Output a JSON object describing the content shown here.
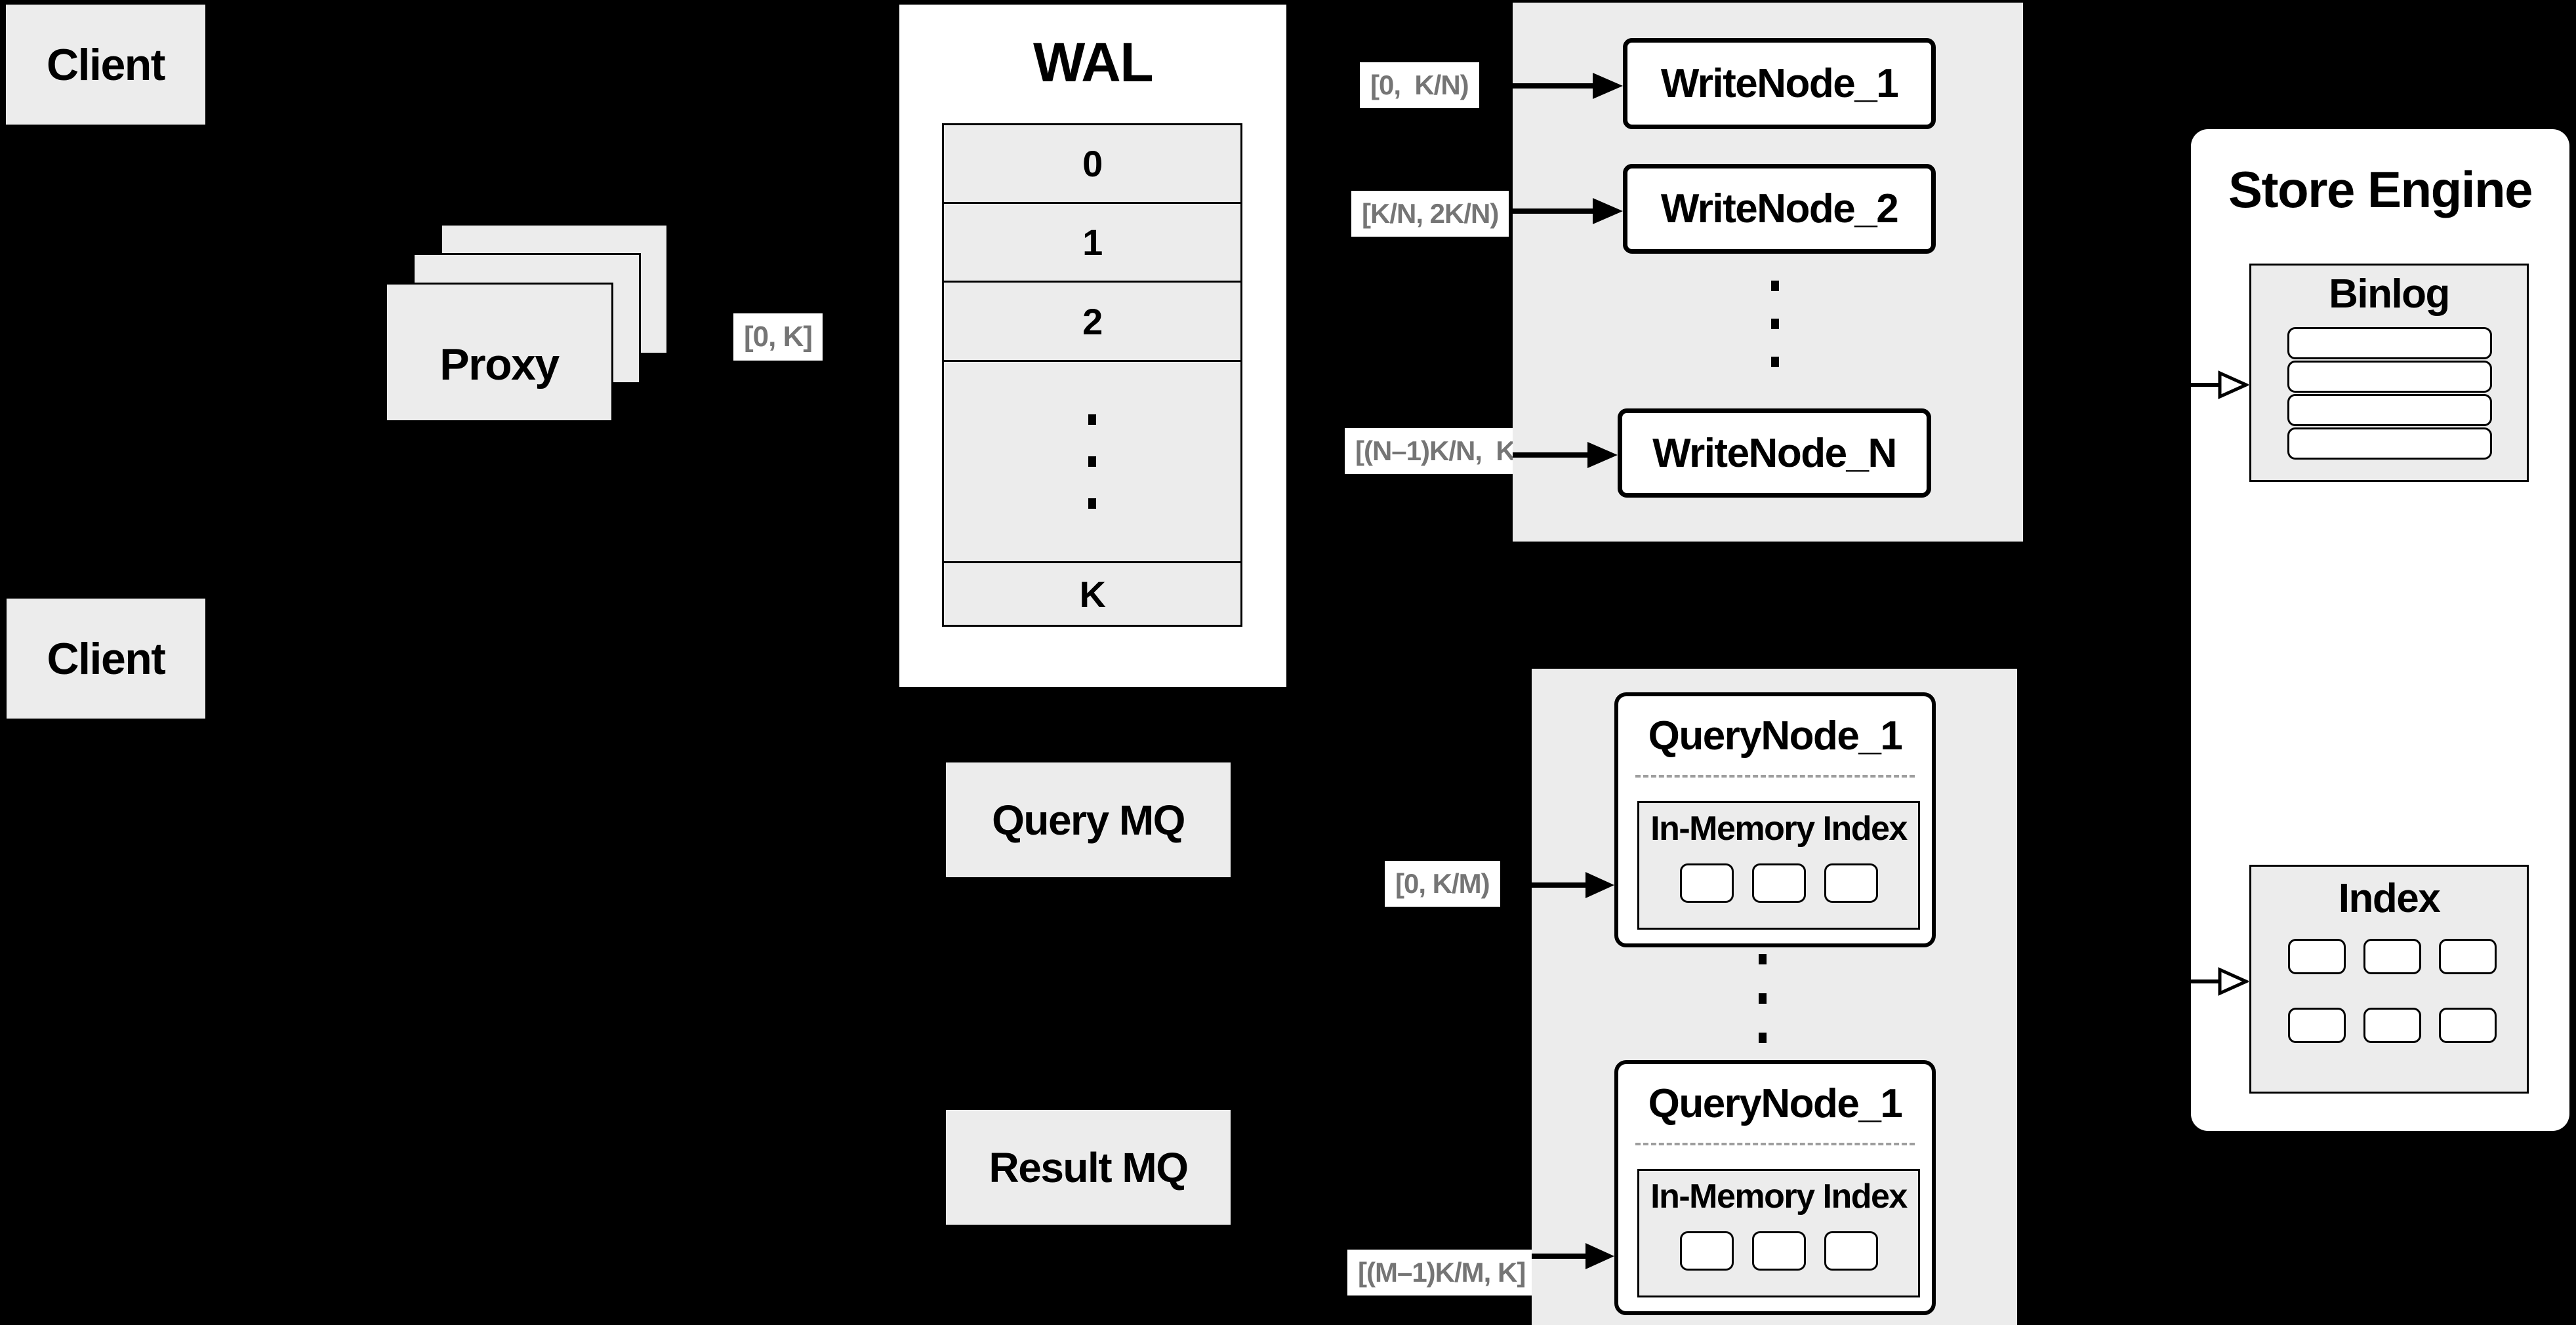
{
  "colors": {
    "background": "#000000",
    "panel_gray": "#ececec",
    "panel_white": "#ffffff",
    "border": "#000000",
    "edge_label_text": "#757575",
    "dashed_divider": "#9e9e9e"
  },
  "clients": {
    "top": "Client",
    "bottom": "Client"
  },
  "proxy": {
    "label": "Proxy",
    "stack_count": 3
  },
  "wal": {
    "title": "WAL",
    "row_0": "0",
    "row_1": "1",
    "row_2": "2",
    "row_last": "K"
  },
  "edge_labels": {
    "proxy_to_wal": "[0, K]",
    "wal_to_writenode_1": "[0,  K/N)",
    "wal_to_writenode_2": "[K/N, 2K/N)",
    "wal_to_writenode_n": "[(N–1)K/N,  K]",
    "querymq_to_querynode_1": "[0, K/M)",
    "querymq_to_querynode_m": "[(M–1)K/M, K]"
  },
  "write_nodes": {
    "node_1": "WriteNode_1",
    "node_2": "WriteNode_2",
    "node_n": "WriteNode_N"
  },
  "store_engine": {
    "title": "Store Engine",
    "binlog": {
      "title": "Binlog",
      "segment_count": 4
    },
    "index": {
      "title": "Index",
      "segment_count": 6
    }
  },
  "message_queues": {
    "query": "Query MQ",
    "result": "Result MQ"
  },
  "query_nodes": {
    "node_top": {
      "title": "QueryNode_1",
      "index_label": "In-Memory Index",
      "segment_count": 3
    },
    "node_bottom": {
      "title": "QueryNode_1",
      "index_label": "In-Memory Index",
      "segment_count": 3
    }
  }
}
